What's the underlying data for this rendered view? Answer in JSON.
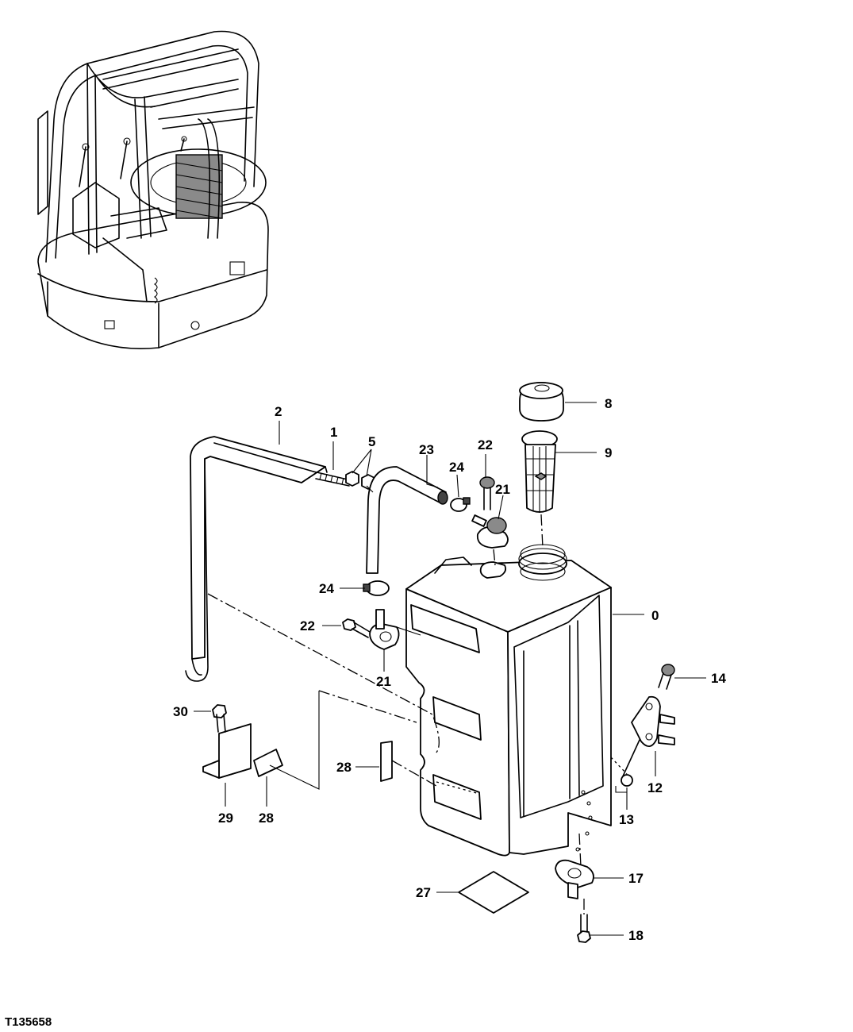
{
  "figure_ref": "T135658",
  "callouts": {
    "c0": "0",
    "c1": "1",
    "c2": "2",
    "c5": "5",
    "c8": "8",
    "c9": "9",
    "c12": "12",
    "c13": "13",
    "c14": "14",
    "c17": "17",
    "c18": "18",
    "c21a": "21",
    "c21b": "21",
    "c22a": "22",
    "c22b": "22",
    "c23": "23",
    "c24a": "24",
    "c24b": "24",
    "c27": "27",
    "c28a": "28",
    "c28b": "28",
    "c29": "29",
    "c30": "30"
  }
}
